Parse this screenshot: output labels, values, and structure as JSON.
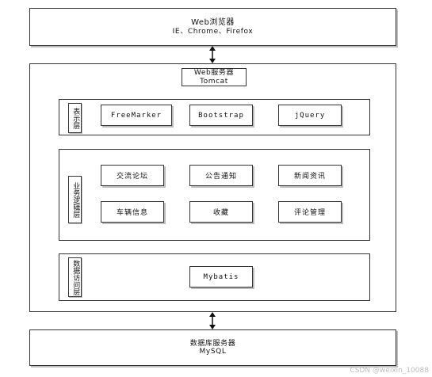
{
  "browser": {
    "title": "Web浏览器",
    "subtitle": "IE、Chrome、Firefox"
  },
  "web_server": {
    "title": "Web服务器",
    "subtitle": "Tomcat"
  },
  "layers": {
    "presentation": {
      "label": "表示层",
      "items": [
        "FreeMarker",
        "Bootstrap",
        "jQuery"
      ]
    },
    "business": {
      "label": "业务逻辑层",
      "items": [
        "交流论坛",
        "公告通知",
        "新闻资讯",
        "车辆信息",
        "收藏",
        "评论管理"
      ]
    },
    "data_access": {
      "label": "数据访问层",
      "items": [
        "Mybatis"
      ]
    }
  },
  "db_server": {
    "title": "数据库服务器",
    "subtitle": "MySQL"
  },
  "watermark": "CSDN @weixin_10088"
}
